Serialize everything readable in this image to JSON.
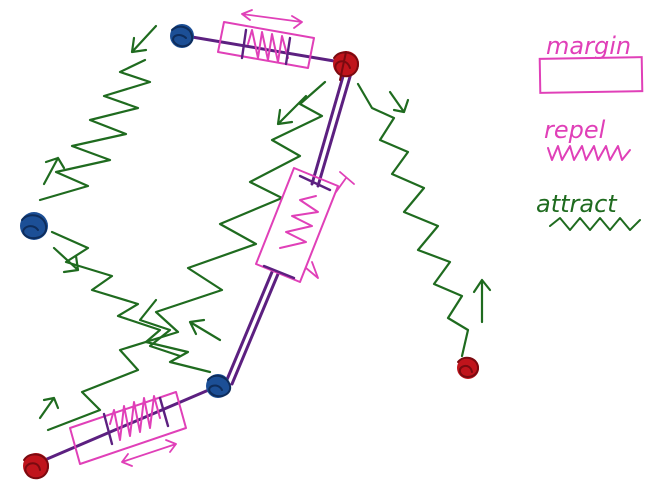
{
  "legend": {
    "margin_label": "margin",
    "repel_label": "repel",
    "attract_label": "attract"
  },
  "colors": {
    "margin": "#e040b8",
    "repel": "#e040b8",
    "attract": "#1f6b1f",
    "link": "#5c2080",
    "node_blue": "#1c4f96",
    "node_red": "#c0141c"
  }
}
